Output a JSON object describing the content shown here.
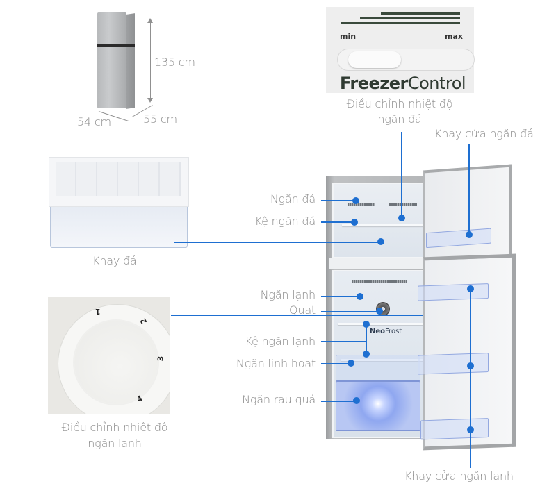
{
  "dimensions": {
    "height": "135 cm",
    "width": "54 cm",
    "depth": "55 cm"
  },
  "freezer_control": {
    "min_label": "min",
    "max_label": "max",
    "title_bold": "Freezer",
    "title_light": "Control",
    "caption_line1": "Điều chỉnh nhiệt độ",
    "caption_line2": "ngăn đá"
  },
  "ice_tray": {
    "caption": "Khay đá"
  },
  "fridge_dial": {
    "numbers": [
      "1",
      "2",
      "3",
      "4"
    ],
    "caption_line1": "Điều chỉnh nhiệt độ",
    "caption_line2": "ngăn lạnh"
  },
  "fridge_labels": {
    "freezer_compartment": "Ngăn đá",
    "freezer_shelf": "Kệ ngăn đá",
    "freezer_door_tray": "Khay cửa ngăn đá",
    "fridge_compartment": "Ngăn lạnh",
    "fan": "Quạt",
    "fridge_shelf": "Kệ ngăn lạnh",
    "flex_compartment": "Ngăn linh hoạt",
    "vegetable_compartment": "Ngăn rau quả",
    "fridge_door_tray": "Khay cửa ngăn lạnh",
    "neofrost_bold": "Neo",
    "neofrost_light": "Frost"
  },
  "colors": {
    "callout_line": "#1e6fd1",
    "label_text": "#8a8a8a",
    "panel_bg": "#eeeeee"
  }
}
